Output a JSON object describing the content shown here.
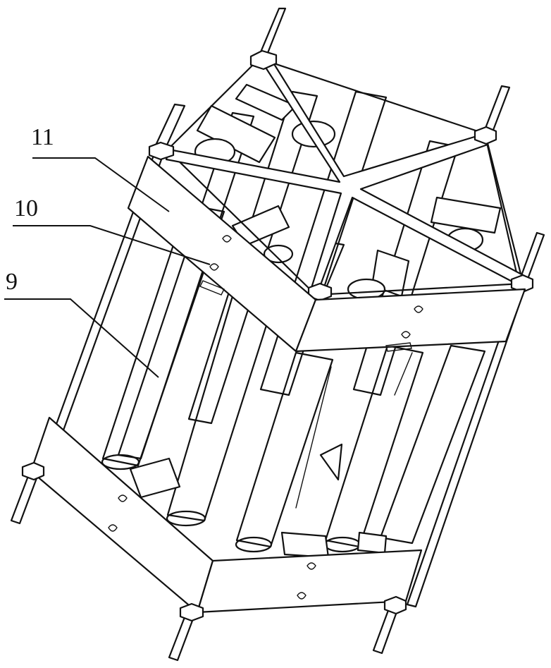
{
  "labels": {
    "part_11": "11",
    "part_10": "10",
    "part_9": "9"
  },
  "colors": {
    "ink": "#111111",
    "background": "#ffffff"
  }
}
